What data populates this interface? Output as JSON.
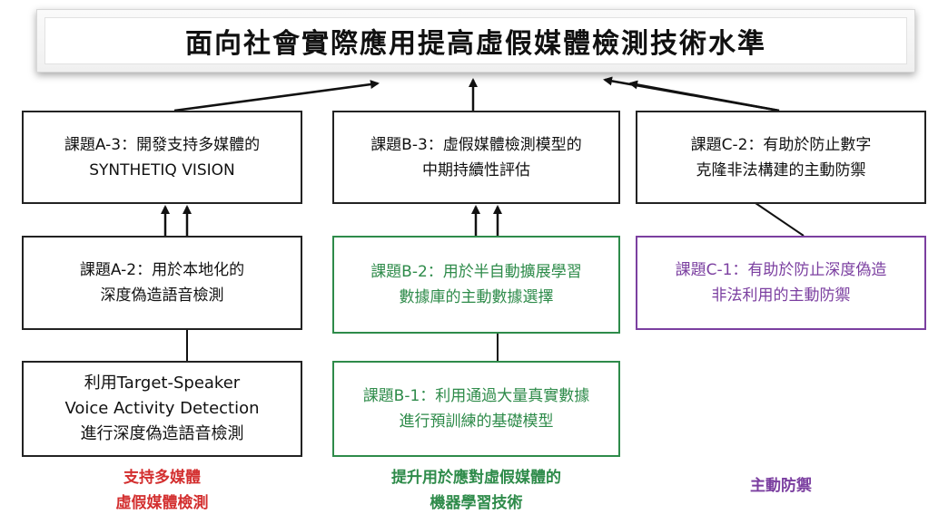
{
  "title": "面向社會實際應用提高虛假媒體檢測技術水準",
  "boxes": {
    "a3": {
      "line1": "課題A-3：開發支持多媒體的",
      "line2": "SYNTHETIQ VISION"
    },
    "b3": {
      "line1": "課題B-3：虛假媒體檢測模型的",
      "line2": "中期持續性評估"
    },
    "c2": {
      "line1": "課題C-2：有助於防止數字",
      "line2": "克隆非法構建的主動防禦"
    },
    "a2": {
      "line1": "課題A-2：用於本地化的",
      "line2": "深度偽造語音檢測"
    },
    "b2": {
      "line1": "課題B-2：用於半自動擴展學習",
      "line2": "數據庫的主動數據選擇"
    },
    "c1": {
      "line1": "課題C-1：有助於防止深度偽造",
      "line2": "非法利用的主動防禦"
    },
    "a1": {
      "line1": "利用Target-Speaker",
      "line2": "Voice Activity Detection",
      "line3": "進行深度偽造語音檢測"
    },
    "b1": {
      "line1": "課題B-1：利用通過大量真實數據",
      "line2": "進行預訓練的基礎模型"
    }
  },
  "groups": {
    "a": {
      "line1": "支持多媒體",
      "line2": "虛假媒體檢測",
      "color": "#d32f2f"
    },
    "b": {
      "line1": "提升用於應對虛假媒體的",
      "line2": "機器學習技術",
      "color": "#2e8b4a"
    },
    "c": {
      "line1": "主動防禦",
      "color": "#7b3fa0"
    }
  },
  "colors": {
    "green": "#2e8b4a",
    "purple": "#7b3fa0",
    "red": "#d32f2f"
  }
}
